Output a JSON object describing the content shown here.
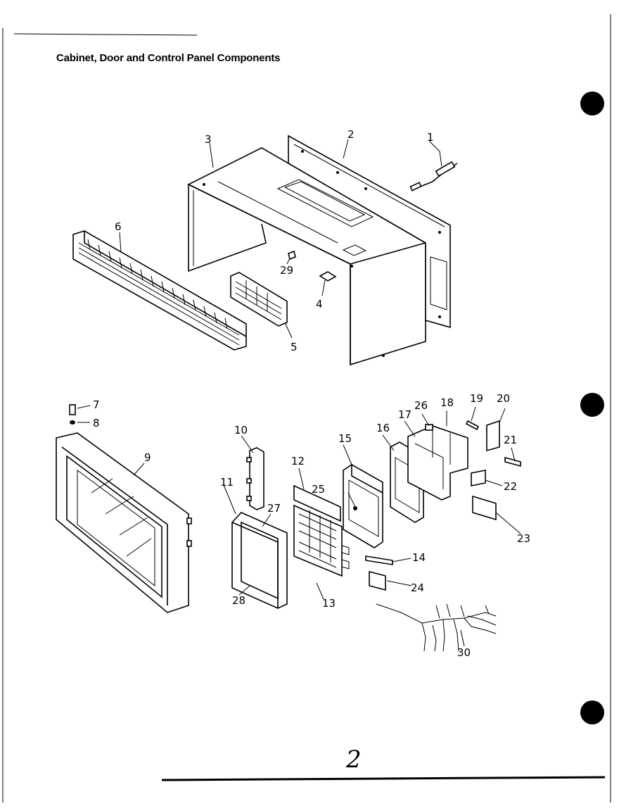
{
  "header": {
    "title": "Cabinet, Door and Control Panel Components"
  },
  "callouts": [
    "1",
    "2",
    "3",
    "4",
    "5",
    "6",
    "7",
    "8",
    "9",
    "10",
    "11",
    "12",
    "13",
    "14",
    "15",
    "16",
    "17",
    "18",
    "19",
    "20",
    "21",
    "22",
    "23",
    "24",
    "25",
    "26",
    "27",
    "28",
    "29",
    "30"
  ],
  "page_number": "2"
}
